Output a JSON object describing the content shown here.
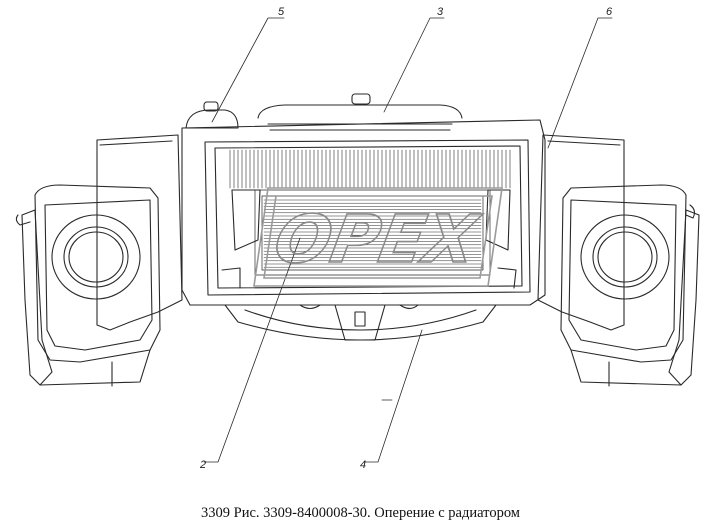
{
  "caption": "3309 Рис. 3309-8400008-30. Оперение с радиатором",
  "callouts": {
    "c5": "5",
    "c3": "3",
    "c6": "6",
    "c2": "2",
    "c4": "4"
  },
  "watermark": {
    "text": "OPEX"
  },
  "colors": {
    "line": "#2a2a2a",
    "watermark": "#9a9a9a"
  }
}
